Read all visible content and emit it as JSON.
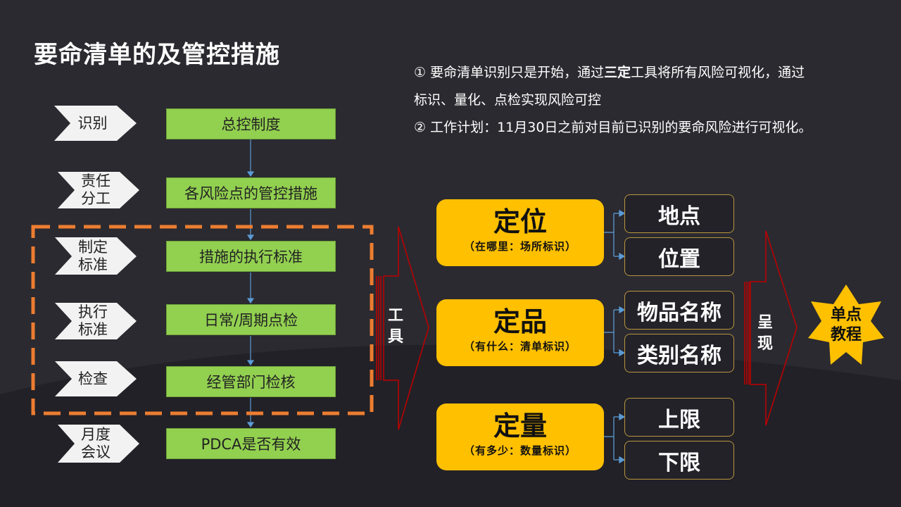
{
  "title": "要命清单的及管控措施",
  "notes": {
    "line1_prefix": "① 要命清单识别只是开始，通过",
    "line1_bold": "三定",
    "line1_suffix": "工具将所有风险可视化，通过",
    "line2": "标识、量化、点检实现风险可控",
    "line3": "② 工作计划：11月30日之前对目前已识别的要命风险进行可视化。"
  },
  "left_flow": {
    "steps": [
      {
        "tag": "识别",
        "box": "总控制度"
      },
      {
        "tag": "责任\n分工",
        "box": "各风险点的管控措施"
      },
      {
        "tag": "制定\n标准",
        "box": "措施的执行标准"
      },
      {
        "tag": "执行\n标准",
        "box": "日常/周期点检"
      },
      {
        "tag": "检查",
        "box": "经管部门检核"
      },
      {
        "tag": "月度\n会议",
        "box": "PDCA是否有效"
      }
    ]
  },
  "tool_label": "工\n具",
  "three_ding": [
    {
      "title": "定位",
      "subtitle": "（在哪里：场所标识）",
      "items": [
        "地点",
        "位置"
      ]
    },
    {
      "title": "定品",
      "subtitle": "（有什么：清单标识）",
      "items": [
        "物品名称",
        "类别名称"
      ]
    },
    {
      "title": "定量",
      "subtitle": "（有多少：数量标识）",
      "items": [
        "上限",
        "下限"
      ]
    }
  ],
  "present_label": "呈\n现",
  "star_label": "单点\n教程",
  "colors": {
    "background": "#2b2a30",
    "green_box": "#92d050",
    "yellow_box": "#ffc000",
    "dashed_frame": "#ed7d31",
    "arrow_outline": "#c00000",
    "connector": "#5b9bd5",
    "item_border": "#b8953e"
  }
}
